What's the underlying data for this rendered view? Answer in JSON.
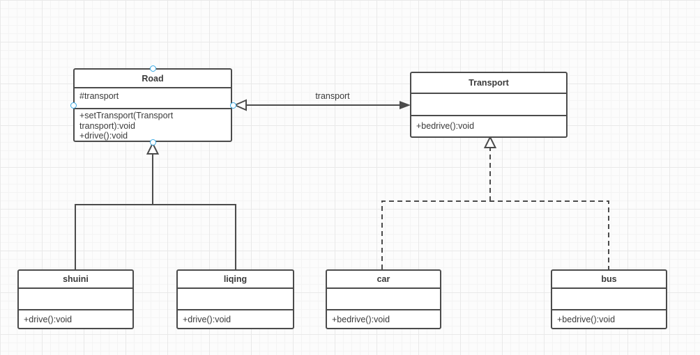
{
  "colors": {
    "stroke": "#4b4b4b",
    "text": "#3a3a3a",
    "handle_blue": "#38a9e4",
    "box_fill": "#ffffff",
    "canvas_bg": "#fcfcfc",
    "grid_minor": "#f4f4f4",
    "grid_major": "#e9e9e9"
  },
  "classes": [
    {
      "name": "Road",
      "attributes": [
        "#transport"
      ],
      "methods": [
        "+setTransport(Transport transport):void",
        "+drive():void"
      ]
    },
    {
      "name": "Transport",
      "attributes": [],
      "methods": [
        "+bedrive():void"
      ]
    },
    {
      "name": "shuini",
      "attributes": [],
      "methods": [
        "+drive():void"
      ]
    },
    {
      "name": "liqing",
      "attributes": [],
      "methods": [
        "+drive():void"
      ]
    },
    {
      "name": "car",
      "attributes": [],
      "methods": [
        "+bedrive():void"
      ]
    },
    {
      "name": "bus",
      "attributes": [],
      "methods": [
        "+bedrive():void"
      ]
    }
  ],
  "edges": {
    "association": {
      "label": "transport",
      "from": "Road",
      "to": "Transport",
      "style": "solid",
      "source_arrow": "open-triangle",
      "target_arrow": "filled-arrow"
    },
    "generalization": {
      "from": [
        "shuini",
        "liqing"
      ],
      "to": "Road",
      "style": "solid",
      "arrow": "hollow-triangle"
    },
    "realization": {
      "from": [
        "car",
        "bus"
      ],
      "to": "Transport",
      "style": "dashed",
      "arrow": "hollow-triangle"
    }
  }
}
